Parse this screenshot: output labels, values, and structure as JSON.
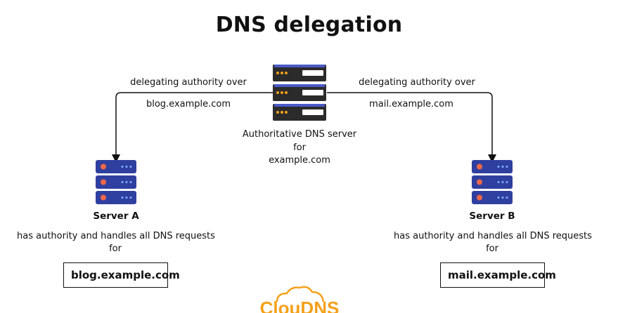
{
  "title": "DNS delegation",
  "authoritative": {
    "line1": "Authoritative DNS server",
    "line2": "for",
    "line3": "example.com"
  },
  "left": {
    "delegation_line1": "delegating authority over",
    "delegation_line2": "blog.example.com",
    "server_name": "Server A",
    "desc_line1": "has authority and handles all DNS requests",
    "desc_line2": "for",
    "domain": "blog.example.com"
  },
  "right": {
    "delegation_line1": "delegating authority over",
    "delegation_line2": "mail.example.com",
    "server_name": "Server B",
    "desc_line1": "has authority and handles all DNS requests",
    "desc_line2": "for",
    "domain": "mail.example.com"
  },
  "logo": {
    "text": "ClouDNS",
    "color": "#f5a01a"
  },
  "colors": {
    "server_blue": "#2f3f9f",
    "server_dark": "#2b2b2b",
    "led_orange": "#f0674a"
  }
}
